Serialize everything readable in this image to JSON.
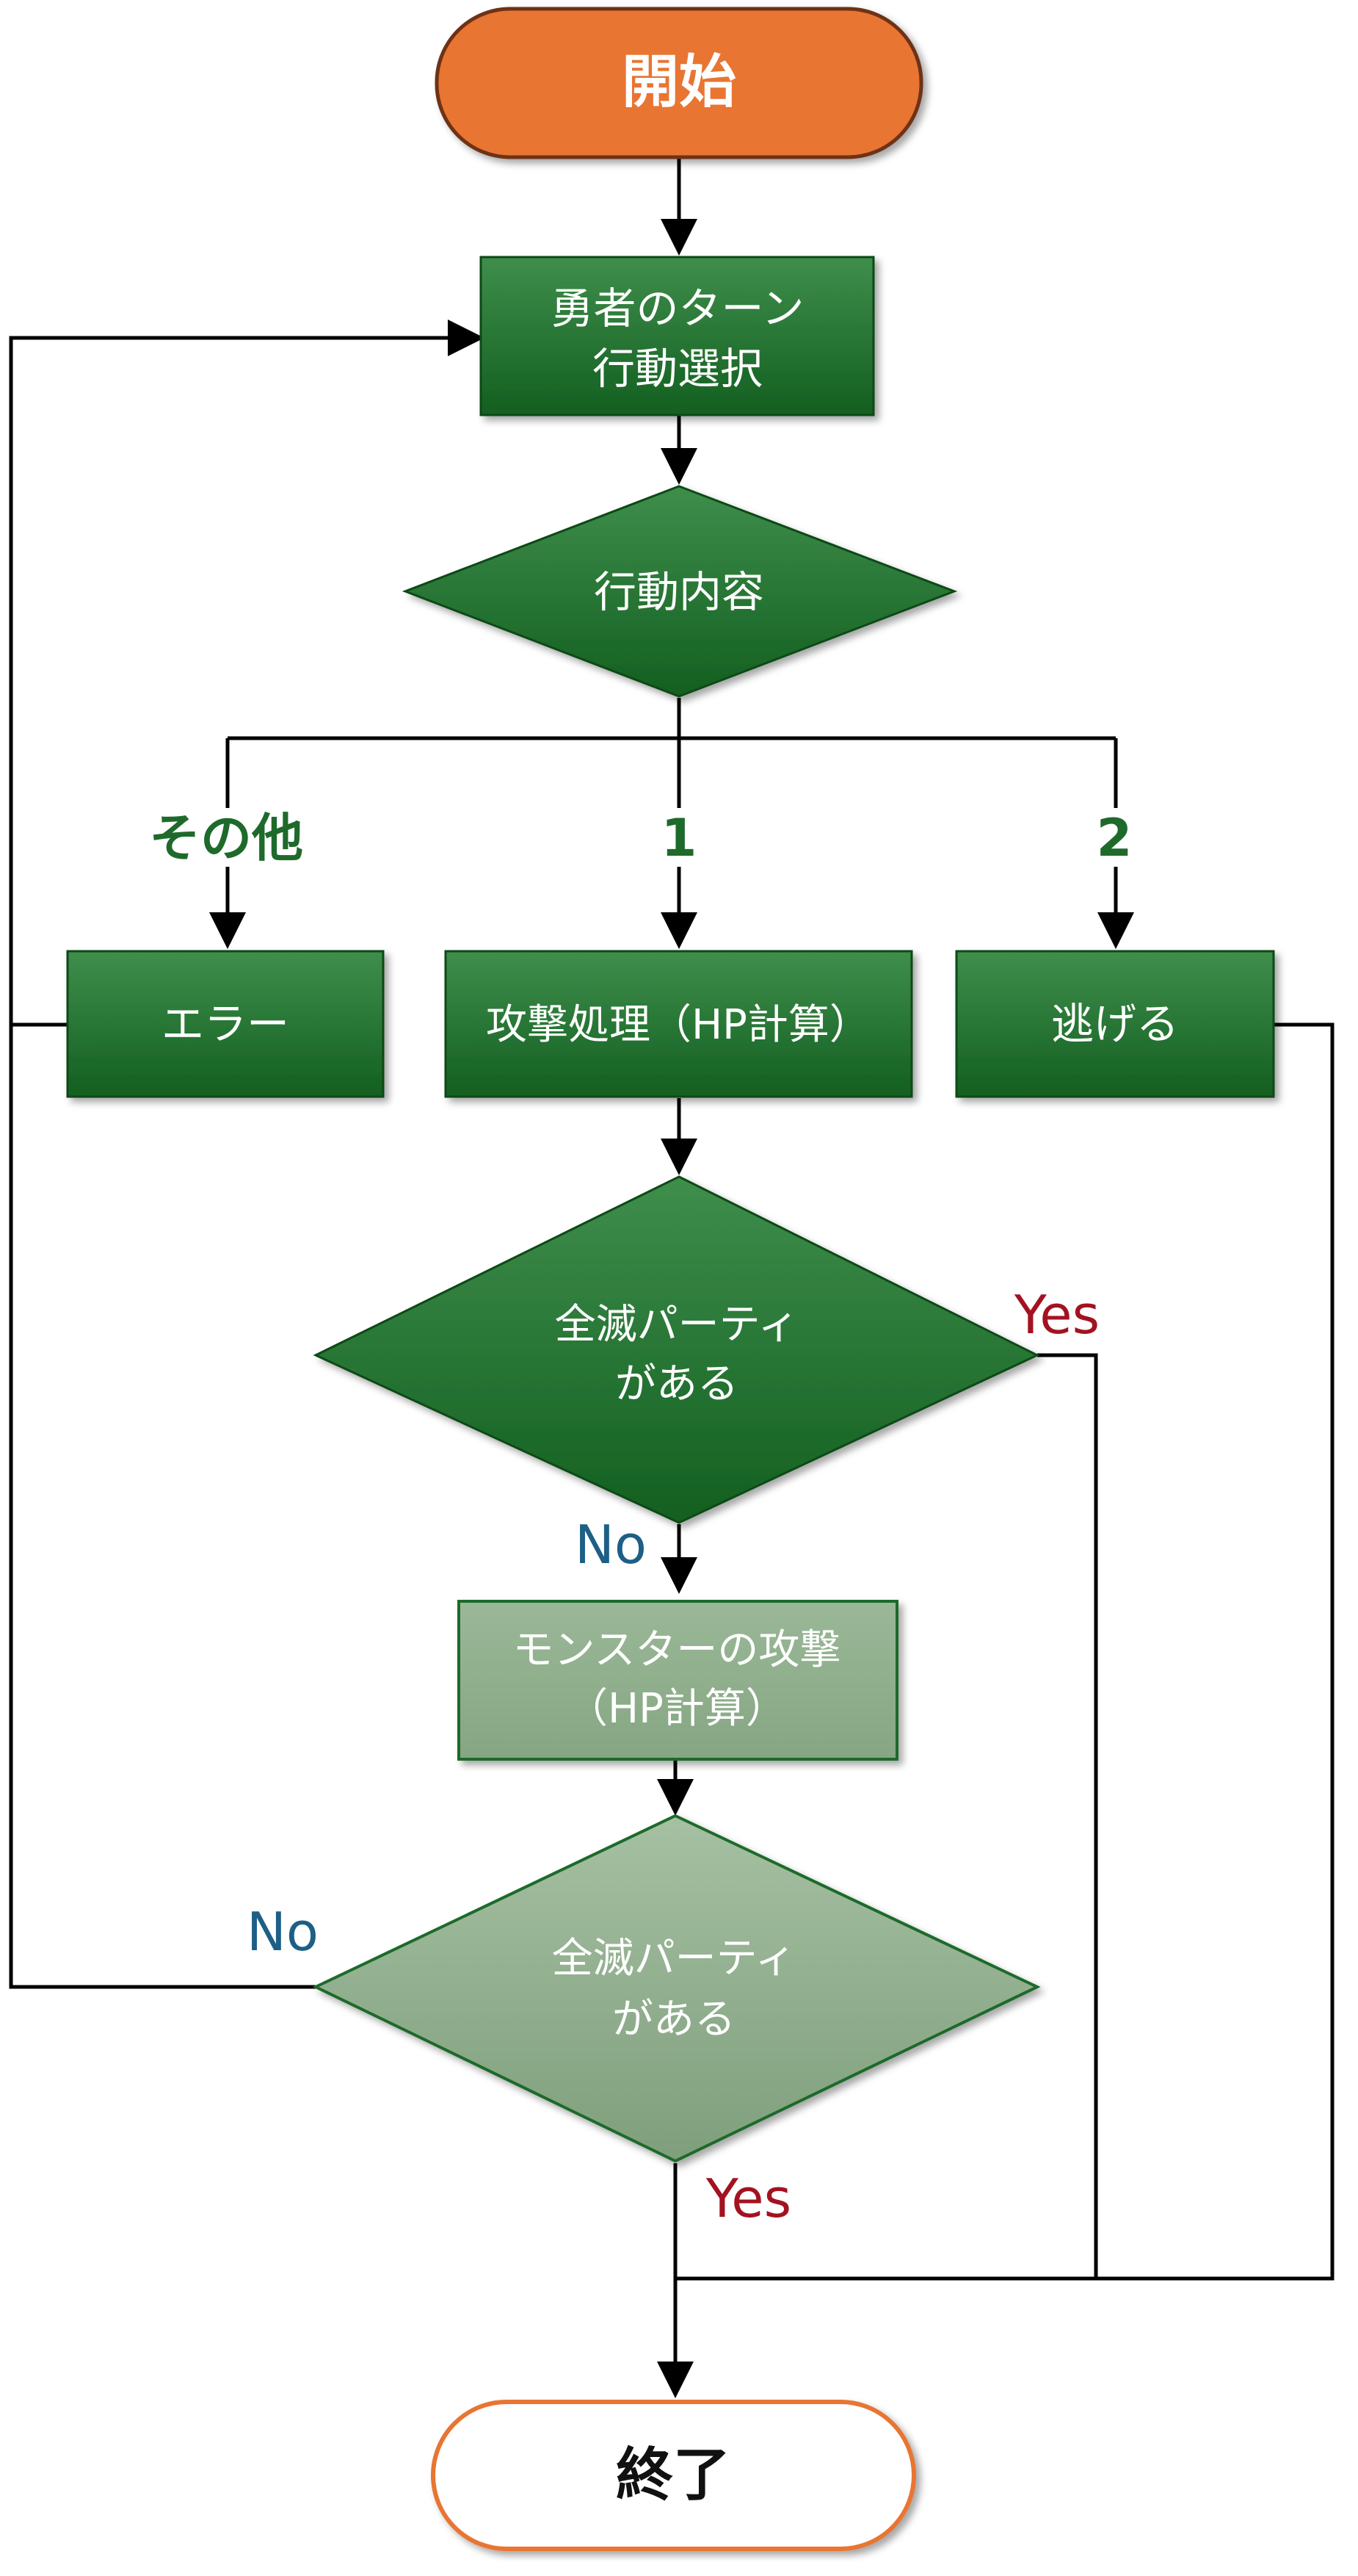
{
  "nodes": {
    "start": "開始",
    "hero_turn_line1": "勇者のターン",
    "hero_turn_line2": "行動選択",
    "action_decision": "行動内容",
    "error": "エラー",
    "attack": "攻撃処理（HP計算）",
    "escape": "逃げる",
    "wiped1_line1": "全滅パーティ",
    "wiped1_line2": "がある",
    "monster_line1": "モンスターの攻撃",
    "monster_line2": "（HP計算）",
    "wiped2_line1": "全滅パーティ",
    "wiped2_line2": "がある",
    "end": "終了"
  },
  "branch_labels": {
    "other": "その他",
    "one": "1",
    "two": "2",
    "yes1": "Yes",
    "no1": "No",
    "no2": "No",
    "yes2": "Yes"
  },
  "colors": {
    "start_fill": "#E87533",
    "dark_green": "#1B6B2A",
    "light_green": "#8FAE8C",
    "branch_label_green": "#1E6A2B",
    "yes_red": "#A31220",
    "no_blue": "#1D5F86",
    "end_border": "#E87533"
  }
}
